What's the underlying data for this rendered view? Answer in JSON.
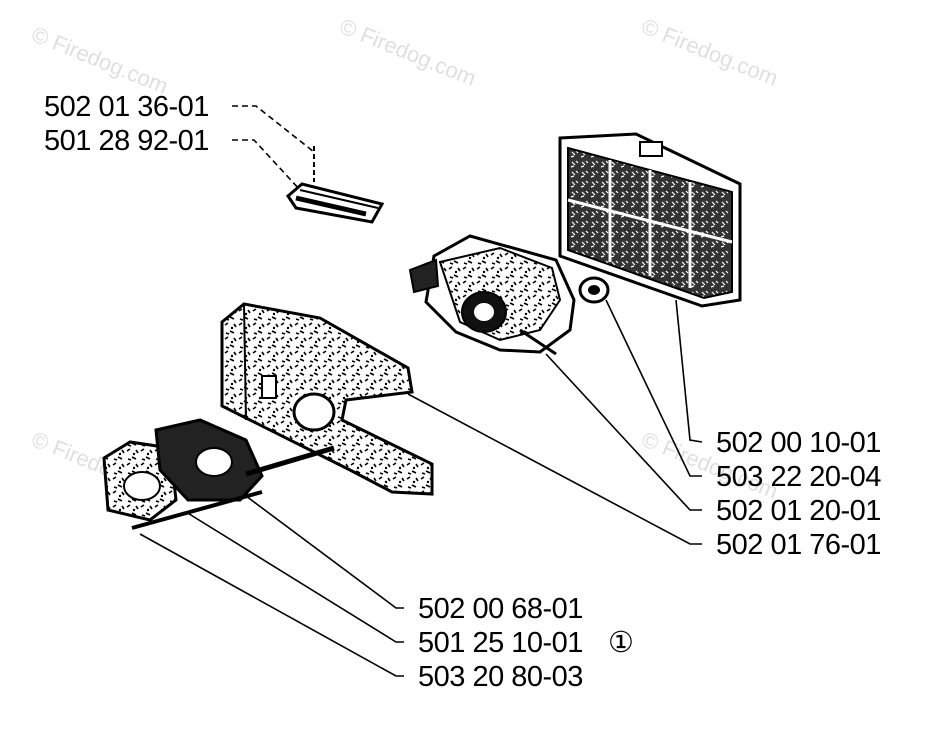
{
  "watermark": "© Firedog.com",
  "labels": {
    "l1": "502 01 36-01",
    "l2": "501 28 92-01",
    "l3": "502 00 10-01",
    "l4": "503 22 20-04",
    "l5": "502 01 20-01",
    "l6": "502 01 76-01",
    "l7": "502 00 68-01",
    "l8": "501 25 10-01",
    "l8_mark": "①",
    "l9": "503 20 80-03"
  }
}
